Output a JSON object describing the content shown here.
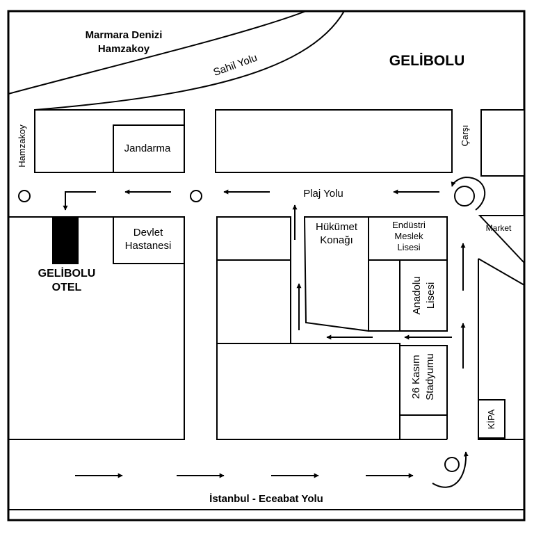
{
  "map": {
    "sea_label": "Marmara Denizi",
    "district_label": "Hamzakoy",
    "town_title": "GELİBOLU",
    "roads": {
      "coast_road": "Sahil Yolu",
      "beach_road": "Plaj Yolu",
      "hamzakoy_road": "Hamzakoy",
      "market_street": "Çarşı",
      "highway": "İstanbul - Eceabat Yolu"
    },
    "places": {
      "gendarmerie": "Jandarma",
      "hospital": [
        "Devlet",
        "Hastanesi"
      ],
      "government_office": [
        "Hükümet",
        "Konağı"
      ],
      "vocational_school": [
        "Endüstri",
        "Meslek",
        "Lisesi"
      ],
      "anatolian_school": [
        "Anadolu",
        "Lisesi"
      ],
      "stadium": [
        "26 Kasım",
        "Stadyumu"
      ],
      "market": "Market",
      "kipa": "KİPA"
    },
    "hotel": {
      "name_lines": [
        "GELİBOLU",
        "OTEL"
      ],
      "marker_color": "#000000"
    },
    "colors": {
      "ink": "#000000",
      "paper": "#ffffff"
    }
  }
}
